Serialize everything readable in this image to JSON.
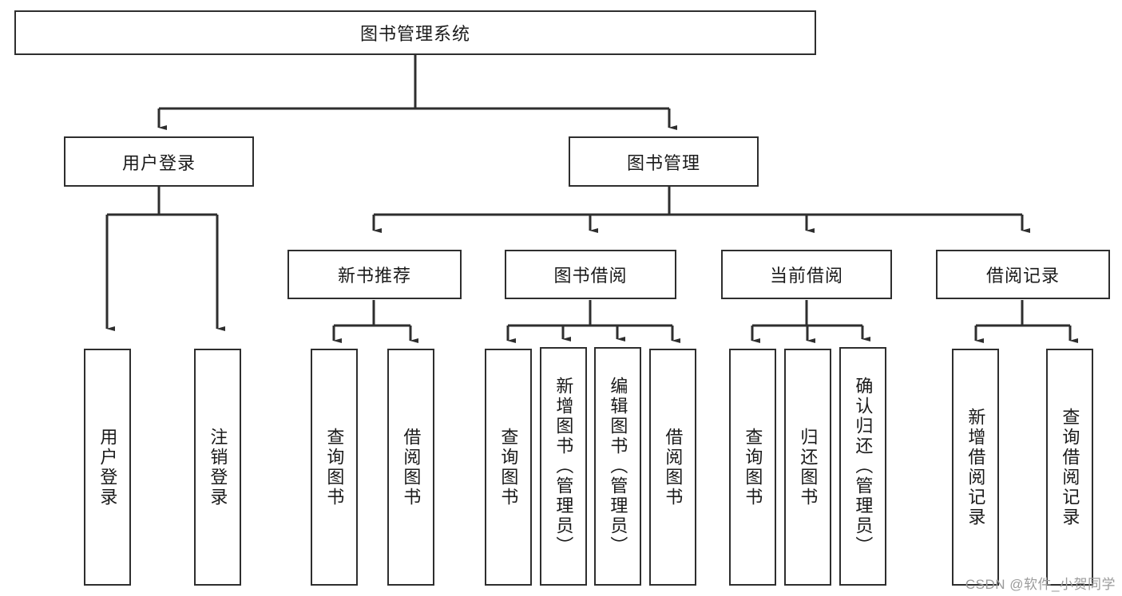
{
  "diagram": {
    "type": "tree-hierarchy-chart",
    "title_node": {
      "label": "图书管理系统"
    },
    "level1": [
      {
        "id": "user-login",
        "label": "用户登录"
      },
      {
        "id": "book-manage",
        "label": "图书管理"
      }
    ],
    "level2": [
      {
        "id": "new-book-recommend",
        "label": "新书推荐",
        "parent": "book-manage"
      },
      {
        "id": "book-borrow",
        "label": "图书借阅",
        "parent": "book-manage"
      },
      {
        "id": "current-borrow",
        "label": "当前借阅",
        "parent": "book-manage"
      },
      {
        "id": "borrow-record",
        "label": "借阅记录",
        "parent": "book-manage"
      }
    ],
    "leaves": [
      {
        "id": "leaf-user-login",
        "label": "用户登录",
        "parent": "user-login"
      },
      {
        "id": "leaf-logout-login",
        "label": "注销登录",
        "parent": "user-login"
      },
      {
        "id": "leaf-query-book-1",
        "label": "查询图书",
        "parent": "new-book-recommend"
      },
      {
        "id": "leaf-borrow-book-1",
        "label": "借阅图书",
        "parent": "new-book-recommend"
      },
      {
        "id": "leaf-query-book-2",
        "label": "查询图书",
        "parent": "book-borrow"
      },
      {
        "id": "leaf-add-book",
        "label": "新增图书（管理员）",
        "parent": "book-borrow"
      },
      {
        "id": "leaf-edit-book",
        "label": "编辑图书（管理员）",
        "parent": "book-borrow"
      },
      {
        "id": "leaf-borrow-book-2",
        "label": "借阅图书",
        "parent": "book-borrow"
      },
      {
        "id": "leaf-query-book-3",
        "label": "查询图书",
        "parent": "current-borrow"
      },
      {
        "id": "leaf-return-book",
        "label": "归还图书",
        "parent": "current-borrow"
      },
      {
        "id": "leaf-confirm-return",
        "label": "确认归还（管理员）",
        "parent": "current-borrow"
      },
      {
        "id": "leaf-add-record",
        "label": "新增借阅记录",
        "parent": "borrow-record"
      },
      {
        "id": "leaf-query-record",
        "label": "查询借阅记录",
        "parent": "borrow-record"
      }
    ],
    "colors": {
      "stroke": "#2e2e2e",
      "fill": "#ffffff",
      "text": "#1a1a1a",
      "watermark": "#9b9b9b"
    }
  },
  "watermark": {
    "text": "CSDN @软件_小贺同学"
  }
}
